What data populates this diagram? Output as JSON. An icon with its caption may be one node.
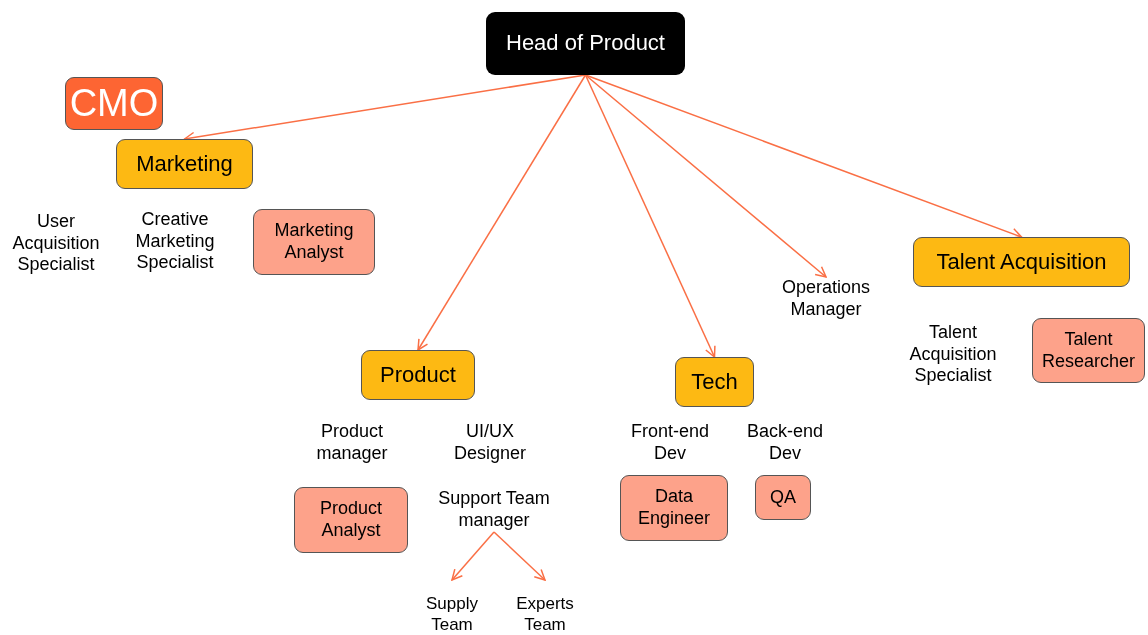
{
  "diagram": {
    "nodes": [
      {
        "text": [
          "Head of Product"
        ]
      },
      {
        "text": [
          "CMO"
        ]
      },
      {
        "text": [
          "Marketing"
        ]
      },
      {
        "text": [
          "Marketing Analyst"
        ]
      },
      {
        "text": [
          "Talent Acquisition"
        ]
      },
      {
        "text": [
          "Operations Manager"
        ]
      },
      {
        "text": [
          "Talent Researcher"
        ]
      },
      {
        "text": [
          "Product"
        ]
      },
      {
        "text": [
          "Tech"
        ]
      },
      {
        "text": [
          "Product Analyst"
        ]
      },
      {
        "text": [
          "Support Team manager"
        ]
      },
      {
        "text": [
          "Data Engineer"
        ]
      },
      {
        "text": [
          "QA"
        ]
      },
      {
        "text": [
          "Supply Team"
        ]
      },
      {
        "text": [
          "Experts Team"
        ]
      }
    ],
    "edges": [
      {
        "from": 0,
        "to": 2,
        "arrow": "to"
      },
      {
        "from": 0,
        "to": 7,
        "arrow": "to"
      },
      {
        "from": 0,
        "to": 8,
        "arrow": "to"
      },
      {
        "from": 0,
        "to": 5,
        "arrow": "to"
      },
      {
        "from": 0,
        "to": 4,
        "arrow": "to"
      },
      {
        "from": 10,
        "to": 13,
        "arrow": "to"
      },
      {
        "from": 10,
        "to": 14,
        "arrow": "to"
      }
    ],
    "labels": [
      "User Acquisition Specialist",
      "Creative Marketing Specialist",
      "Talent Acquisition Specialist",
      "Product manager",
      "UI/UX Designer",
      "Front-end Dev",
      "Back-end Dev"
    ]
  }
}
